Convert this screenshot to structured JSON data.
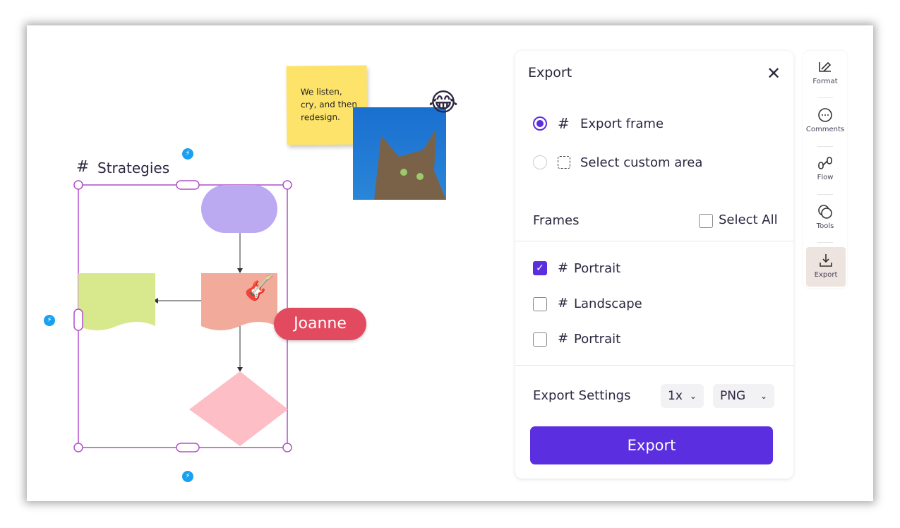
{
  "canvas": {
    "sticky_note": "We listen, cry, and then redesign.",
    "emoji": "😂",
    "frame_title": "Strategies",
    "cursor_name": "Joanne",
    "cursor_color": "#e24b5f",
    "guitar_emoji": "🎸"
  },
  "export_panel": {
    "title": "Export",
    "options": [
      {
        "label": "Export frame",
        "selected": true
      },
      {
        "label": "Select custom area",
        "selected": false
      }
    ],
    "frames_label": "Frames",
    "select_all": "Select All",
    "frames": [
      {
        "label": "Portrait",
        "checked": true
      },
      {
        "label": "Landscape",
        "checked": false
      },
      {
        "label": "Portrait",
        "checked": false
      }
    ],
    "settings_label": "Export Settings",
    "scale": "1x",
    "format": "PNG",
    "export_button": "Export",
    "accent": "#5b2ee0"
  },
  "toolbar": {
    "items": [
      {
        "label": "Format",
        "icon": "format-icon"
      },
      {
        "label": "Comments",
        "icon": "comment-icon"
      },
      {
        "label": "Flow",
        "icon": "flow-icon"
      },
      {
        "label": "Tools",
        "icon": "tools-icon"
      },
      {
        "label": "Export",
        "icon": "download-icon",
        "active": true
      }
    ]
  }
}
